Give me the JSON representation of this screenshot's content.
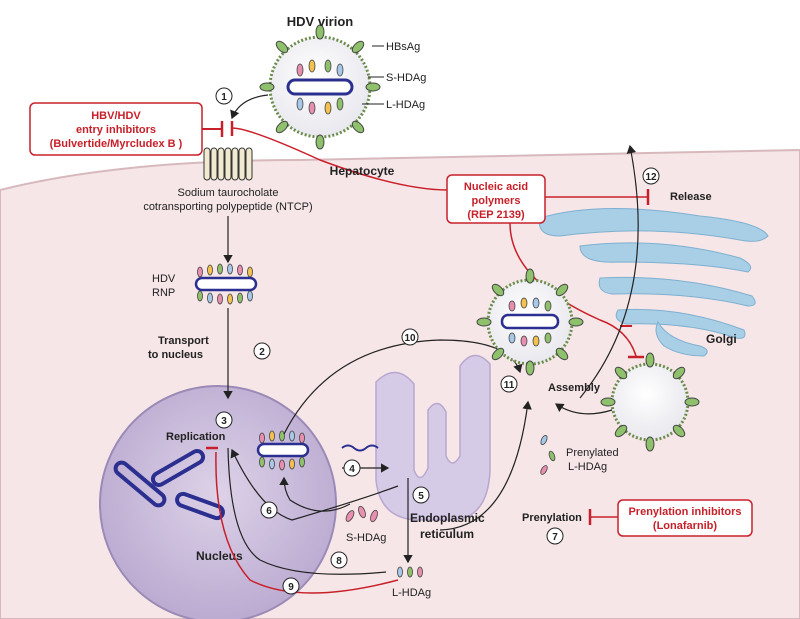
{
  "virion": {
    "title": "HDV virion",
    "hbsag": "HBsAg",
    "shdag": "S-HDAg",
    "lhdag": "L-HDAg"
  },
  "inhibitor_entry": {
    "line1": "HBV/HDV",
    "line2": "entry inhibitors",
    "line3": "(Bulvertide/Myrcludex B )"
  },
  "hepatocyte": "Hepatocyte",
  "ntcp": {
    "line1": "Sodium taurocholate",
    "line2": "cotransporting polypeptide (NTCP)"
  },
  "nap": {
    "line1": "Nucleic acid",
    "line2": "polymers",
    "line3": "(REP 2139)"
  },
  "release": "Release",
  "rnp": {
    "line1": "HDV",
    "line2": "RNP"
  },
  "transport": {
    "line1": "Transport",
    "line2": "to nucleus"
  },
  "replication": "Replication",
  "nucleus": "Nucleus",
  "er": {
    "line1": "Endoplasmic",
    "line2": "reticulum"
  },
  "golgi": "Golgi",
  "assembly": "Assembly",
  "prenylated": {
    "line1": "Prenylated",
    "line2": "L-HDAg"
  },
  "prenylation": "Prenylation",
  "prenylation_inhibitors": {
    "line1": "Prenylation inhibitors",
    "line2": "(Lonafarnib)"
  },
  "shdag_label": "S-HDAg",
  "lhdag_label": "L-HDAg",
  "steps": [
    "1",
    "2",
    "3",
    "4",
    "5",
    "6",
    "7",
    "8",
    "9",
    "10",
    "11",
    "12"
  ],
  "colors": {
    "accent_red": "#c8202a",
    "cell": "#f6e6e7",
    "nucleus": "#cfc0dc",
    "er": "#d6cbe6",
    "golgi": "#a9cfe6",
    "rna": "#2b2f8f"
  }
}
